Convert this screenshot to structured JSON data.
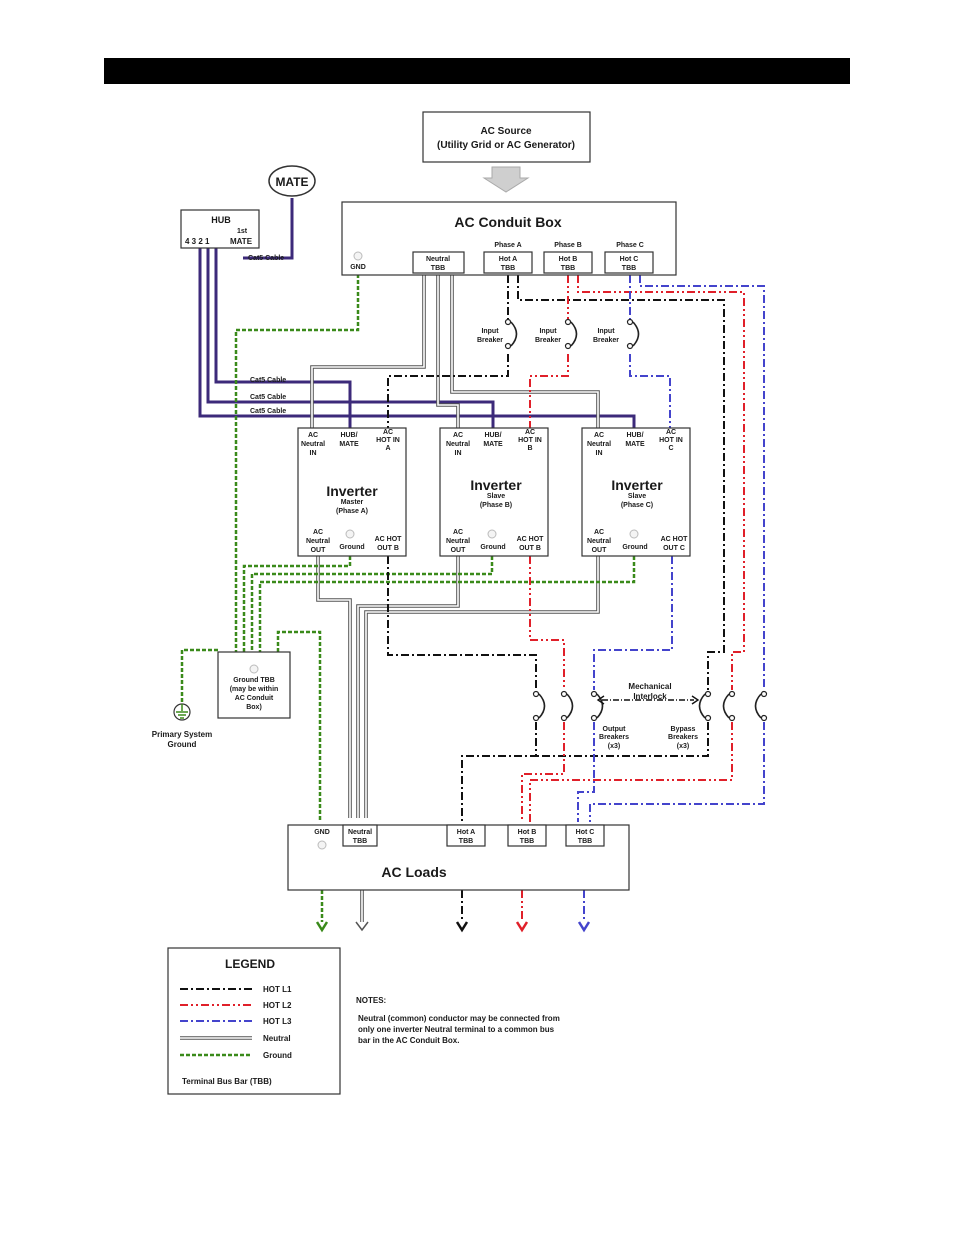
{
  "header": {
    "title": ""
  },
  "source": {
    "line1": "AC Source",
    "line2": "(Utility Grid or AC Generator)"
  },
  "mate": {
    "label": "MATE"
  },
  "hub": {
    "title": "HUB",
    "ports": "4  3  2  1",
    "first_sup": "1st",
    "first_mate": "MATE",
    "cable": "Cat5 Cable"
  },
  "conduit": {
    "title": "AC Conduit Box",
    "gnd": "GND",
    "neutral_tbb": [
      "Neutral",
      "TBB"
    ],
    "phase_a": "Phase A",
    "phase_b": "Phase B",
    "phase_c": "Phase C",
    "hot_a_tbb": [
      "Hot A",
      "TBB"
    ],
    "hot_b_tbb": [
      "Hot B",
      "TBB"
    ],
    "hot_c_tbb": [
      "Hot C",
      "TBB"
    ]
  },
  "input_breaker": [
    "Input",
    "Breaker"
  ],
  "cat5_labels": [
    "Cat5 Cable",
    "Cat5 Cable",
    "Cat5 Cable"
  ],
  "inverters": [
    {
      "ac_neutral_in": [
        "AC",
        "Neutral",
        "IN"
      ],
      "hub_mate": [
        "HUB/",
        "MATE"
      ],
      "hot_in": [
        "AC",
        "HOT IN",
        "A"
      ],
      "title": "Inverter",
      "role": "Master",
      "phase": "(Phase A)",
      "neutral_out": [
        "AC",
        "Neutral",
        "OUT"
      ],
      "ground": "Ground",
      "hot_out": [
        "AC HOT",
        "OUT B"
      ]
    },
    {
      "ac_neutral_in": [
        "AC",
        "Neutral",
        "IN"
      ],
      "hub_mate": [
        "HUB/",
        "MATE"
      ],
      "hot_in": [
        "AC",
        "HOT IN",
        "B"
      ],
      "title": "Inverter",
      "role": "Slave",
      "phase": "(Phase B)",
      "neutral_out": [
        "AC",
        "Neutral",
        "OUT"
      ],
      "ground": "Ground",
      "hot_out": [
        "AC HOT",
        "OUT B"
      ]
    },
    {
      "ac_neutral_in": [
        "AC",
        "Neutral",
        "IN"
      ],
      "hub_mate": [
        "HUB/",
        "MATE"
      ],
      "hot_in": [
        "AC",
        "HOT IN",
        "C"
      ],
      "title": "Inverter",
      "role": "Slave",
      "phase": "(Phase C)",
      "neutral_out": [
        "AC",
        "Neutral",
        "OUT"
      ],
      "ground": "Ground",
      "hot_out": [
        "AC HOT",
        "OUT C"
      ]
    }
  ],
  "ground_tbb": [
    "Ground TBB",
    "(may be within",
    "AC Conduit",
    "Box)"
  ],
  "primary_ground": [
    "Primary System",
    "Ground"
  ],
  "interlock": [
    "Mechanical",
    "Interlock"
  ],
  "output_breakers": [
    "Output",
    "Breakers",
    "(x3)"
  ],
  "bypass_breakers": [
    "Bypass",
    "Breakers",
    "(x3)"
  ],
  "loads": {
    "title": "AC Loads",
    "gnd": "GND",
    "neutral_tbb": [
      "Neutral",
      "TBB"
    ],
    "hot_a_tbb": [
      "Hot A",
      "TBB"
    ],
    "hot_b_tbb": [
      "Hot B",
      "TBB"
    ],
    "hot_c_tbb": [
      "Hot C",
      "TBB"
    ]
  },
  "legend": {
    "title": "LEGEND",
    "items": [
      "HOT L1",
      "HOT L2",
      "HOT L3",
      "Neutral",
      "Ground"
    ],
    "footer": "Terminal Bus Bar (TBB)"
  },
  "notes": {
    "title": "NOTES:",
    "lines": [
      "Neutral (common) conductor may be connected from",
      "only one inverter Neutral terminal to a common bus",
      "bar in the AC Conduit Box."
    ]
  },
  "colors": {
    "hot_l1": "#111111",
    "hot_l2": "#e0202a",
    "hot_l3": "#4444cc",
    "ground": "#3a8a1a",
    "cat5": "#3c2a7a"
  }
}
